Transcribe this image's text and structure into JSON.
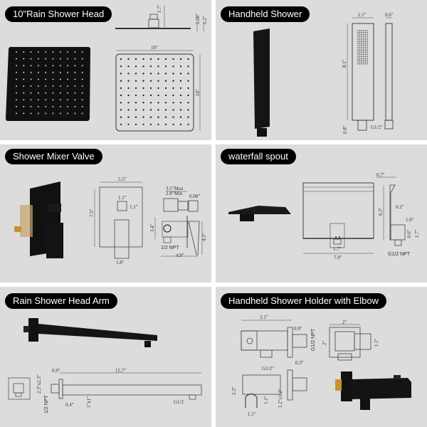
{
  "panels": [
    {
      "title": "10\"Rain Shower Head",
      "dims": {
        "width": "10\"",
        "height": "10\"",
        "arm_height": "1.7\"",
        "plate": "0.08\"",
        "thickness": "0.2\""
      }
    },
    {
      "title": "Handheld Shower",
      "dims": {
        "width": "2.1\"",
        "depth": "0.6\"",
        "length": "8.1\"",
        "connector_len": "0.8\"",
        "thread": "G1/2\""
      }
    },
    {
      "title": "Shower Mixer Valve",
      "dims": {
        "plate_width": "5.5\"",
        "plate_height": "7.5\"",
        "knob_w": "1.1\"",
        "knob_h": "1.1\"",
        "handle_w": "1.8\"",
        "depth_max": "3.5\"Max",
        "depth_min": "2.8\"Min",
        "plate_thick": "0.08\"",
        "inlet_h": "3.4\"",
        "handle_h": "4.3\"",
        "total_depth": "4.9\"",
        "npt": "1/2 NPT"
      }
    },
    {
      "title": "waterfall spout",
      "dims": {
        "width": "7.9\"",
        "mount_w": "1.7\"",
        "lip": "0.7\"",
        "height": "6.3\"",
        "thickness": "0.2\"",
        "box_depth": "1.6\"",
        "box_small": "0.6\"",
        "box_h": "1.7\"",
        "thread": "G1/2 NPT"
      }
    },
    {
      "title": "Rain Shower Head Arm",
      "dims": {
        "flange_depth": "0.9\"",
        "length": "15.7\"",
        "flange": "2.3\"x2.3\"",
        "npt": "1/2 NPT",
        "flange_thick": "0.4\"",
        "tube": "1\"x1\"",
        "outlet": "G1/2"
      }
    },
    {
      "title": "Handheld Shower Holder with Elbow",
      "dims": {
        "length": "3.1\"",
        "inlet_len": "0.9\"",
        "inlet_thread": "G1/2 NPT",
        "flange_thick": "0.3\"",
        "outlet": "G1/2\"",
        "front_w": "2\"",
        "front_h": "2\"",
        "inlet_sq": "1.1\"",
        "side_h": "2.3\"",
        "cradle_h": "1.1\"",
        "cradle_w": "1.1\"",
        "flange": "1.2\"x1.2\""
      }
    }
  ]
}
